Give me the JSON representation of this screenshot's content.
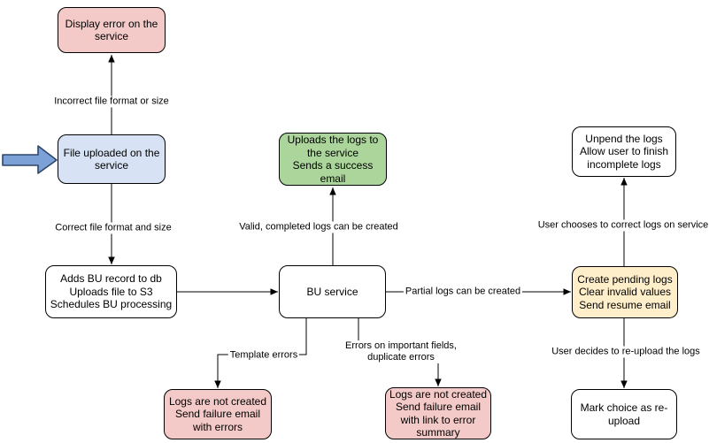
{
  "colors": {
    "background": "#ffffff",
    "node_pink": "#f3cac8",
    "node_blue": "#d7e3f4",
    "node_green": "#abd59b",
    "node_yellow": "#ffeeca",
    "node_white": "#ffffff",
    "node_border": "#000000",
    "connector": "#000000",
    "start_arrow_fill": "#7ba1d7",
    "start_arrow_border": "#2e4668"
  },
  "nodes": {
    "display_error": {
      "text": "Display error on the\nservice"
    },
    "file_uploaded": {
      "text": "File uploaded on the\nservice"
    },
    "adds_bu": {
      "text": "Adds BU record to db\nUploads file to S3\nSchedules BU processing"
    },
    "uploads_logs": {
      "text": "Uploads the logs to\nthe service\nSends a success\nemail"
    },
    "bu_service": {
      "text": "BU service"
    },
    "unpend_logs": {
      "text": "Unpend the logs\nAllow user to finish\nincomplete logs"
    },
    "create_pending": {
      "text": "Create pending logs\nClear invalid values\nSend resume email"
    },
    "logs_not_created_errors": {
      "text": "Logs are not created\nSend failure email\nwith errors"
    },
    "logs_not_created_summary": {
      "text": "Logs are not created\nSend failure email\nwith link to error\nsummary"
    },
    "mark_choice": {
      "text": "Mark choice as re-\nupload"
    }
  },
  "edge_labels": {
    "incorrect_file": {
      "text": "Incorrect file format or size"
    },
    "correct_file": {
      "text": "Correct file format and size"
    },
    "valid_completed": {
      "text": "Valid, completed logs can be created"
    },
    "partial_logs": {
      "text": "Partial logs can be created"
    },
    "template_errors": {
      "text": "Template errors"
    },
    "important_fields": {
      "text": "Errors on important fields,\nduplicate errors"
    },
    "user_chooses": {
      "text": "User chooses to correct logs on service"
    },
    "user_decides": {
      "text": "User decides to re-upload the logs"
    }
  },
  "icons": {
    "start_arrow": "block-arrow-right-icon"
  }
}
